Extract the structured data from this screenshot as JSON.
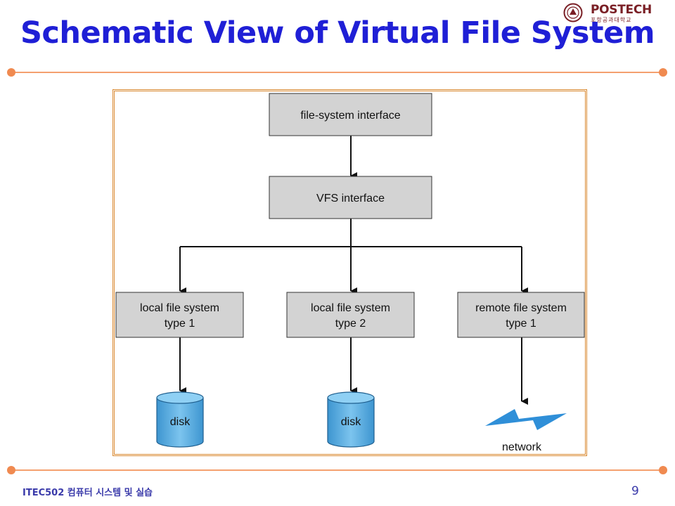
{
  "slide": {
    "title": "Schematic View of Virtual File System",
    "logo_text": "POSTECH",
    "logo_subtext": "포항공과대학교",
    "footer_course": "ITEC502 컴퓨터 시스템 및 실습",
    "page_number": "9"
  },
  "colors": {
    "title": "#1f1fd6",
    "rule": "#f4a06f",
    "frame": "#d9882f",
    "box_fill": "#d3d3d3",
    "disk": "#5aaee0",
    "network_bolt": "#2f8fd8"
  },
  "diagram": {
    "fs_interface": "file-system interface",
    "vfs_interface": "VFS interface",
    "local1": [
      "local file system",
      "type 1"
    ],
    "local2": [
      "local file system",
      "type 2"
    ],
    "remote1": [
      "remote file system",
      "type 1"
    ],
    "disk1": "disk",
    "disk2": "disk",
    "network": "network",
    "network_icon": "lightning-bolt-icon"
  }
}
